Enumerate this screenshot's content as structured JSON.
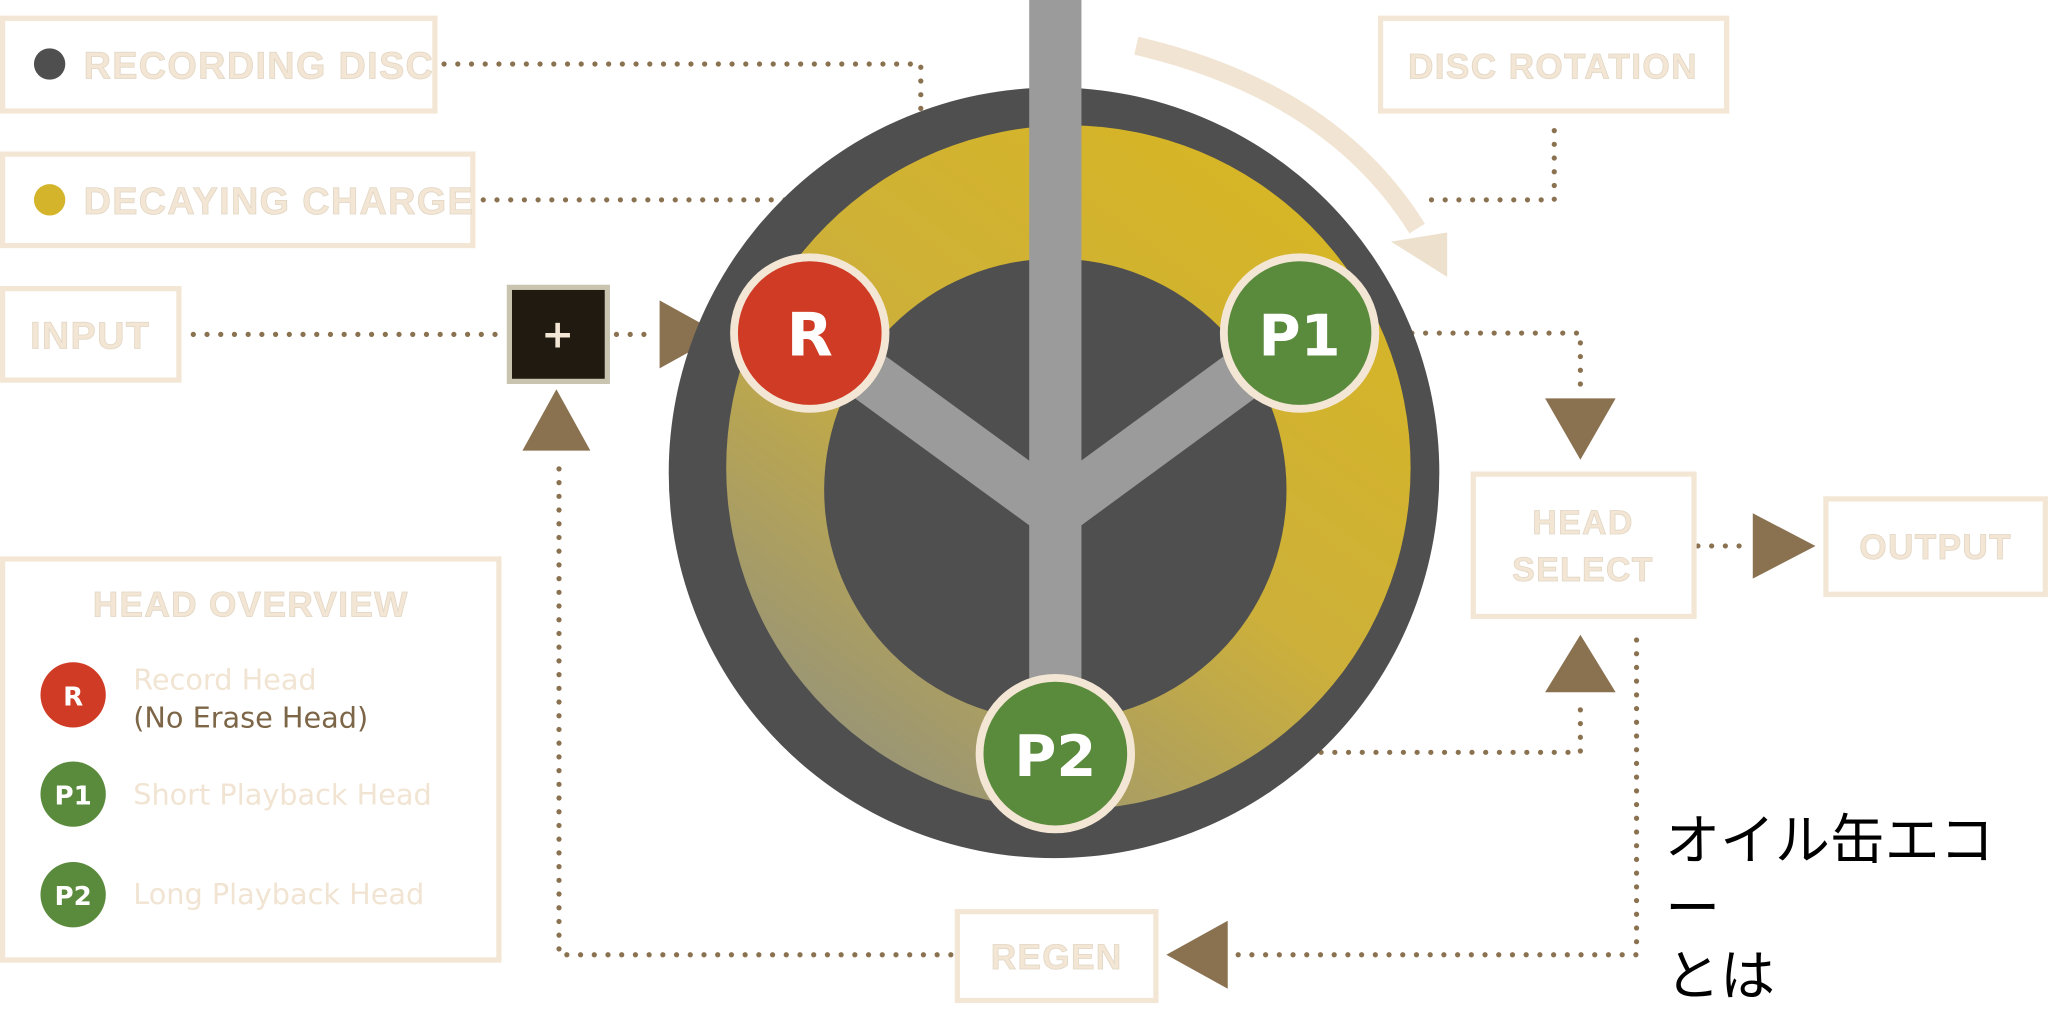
{
  "legend_top": {
    "recording_disc": "RECORDING DISC",
    "decaying_charge": "DECAYING CHARGE"
  },
  "nodes": {
    "input": "INPUT",
    "mixer": "+",
    "disc_rotation": "DISC ROTATION",
    "head_select_line1": "HEAD",
    "head_select_line2": "SELECT",
    "output": "OUTPUT",
    "regen": "REGEN"
  },
  "heads": {
    "record": "R",
    "short_playback": "P1",
    "long_playback": "P2"
  },
  "head_overview": {
    "title": "HEAD OVERVIEW",
    "items": [
      {
        "badge": "R",
        "label": "Record Head",
        "note": "(No Erase Head)"
      },
      {
        "badge": "P1",
        "label": "Short Playback Head"
      },
      {
        "badge": "P2",
        "label": "Long Playback Head"
      }
    ]
  },
  "caption": {
    "line1": "オイル缶エコー",
    "line2": "とは"
  },
  "colors": {
    "disc": "#4f4f4f",
    "charge": "#d4b42a",
    "record": "#d03b25",
    "playback": "#5a8a3c",
    "connector": "#8a7150",
    "cream": "#f3e6d4"
  }
}
